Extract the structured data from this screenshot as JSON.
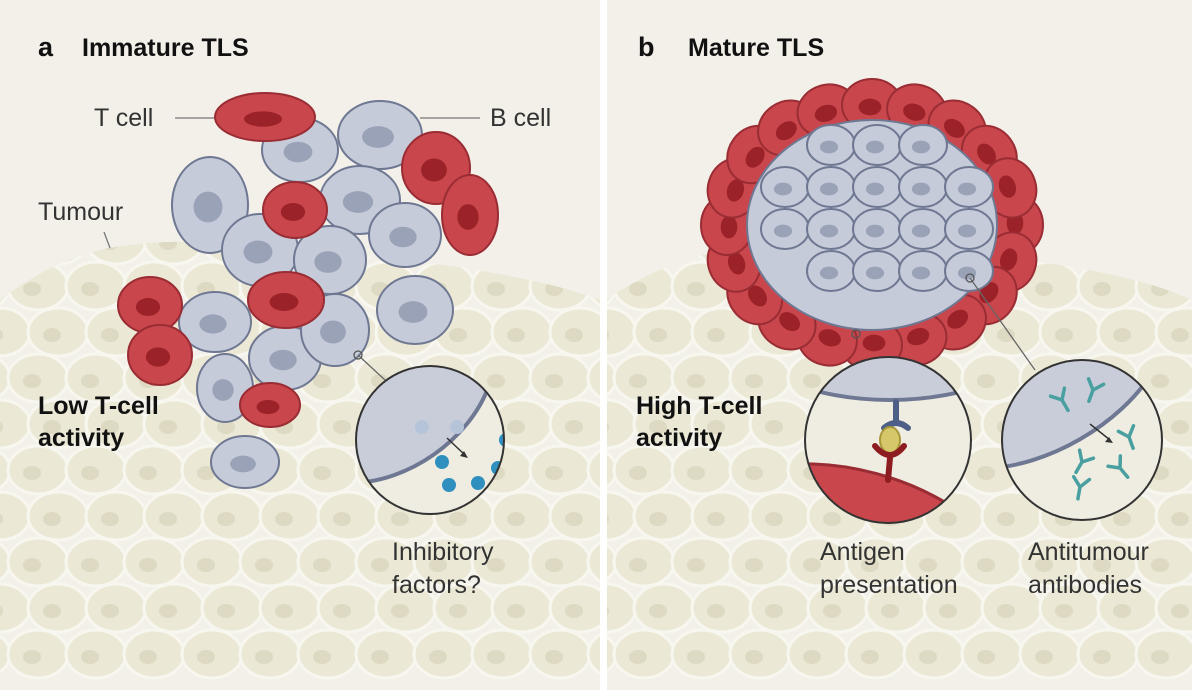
{
  "panels": [
    {
      "letter": "a",
      "title": "Immature TLS",
      "labels": {
        "t_cell": "T cell",
        "b_cell": "B cell",
        "tumour": "Tumour"
      },
      "activity": [
        "Low T-cell",
        "activity"
      ],
      "inset_caption": [
        "Inhibitory",
        "factors?"
      ]
    },
    {
      "letter": "b",
      "title": "Mature TLS",
      "activity": [
        "High T-cell",
        "activity"
      ],
      "inset_captions": [
        [
          "Antigen",
          "presentation"
        ],
        [
          "Antitumour",
          "antibodies"
        ]
      ]
    }
  ],
  "colors": {
    "background": "#f2f0e9",
    "tumour_cell": "#ebe8d5",
    "tumour_outline": "#f8f7ef",
    "b_cell": "#c6cbd9",
    "b_cell_outline": "#6f7892",
    "t_cell": "#c8464c",
    "t_cell_outline": "#9a2c33",
    "factor": "#2f8fbf",
    "antibody": "#4a9fa0"
  }
}
